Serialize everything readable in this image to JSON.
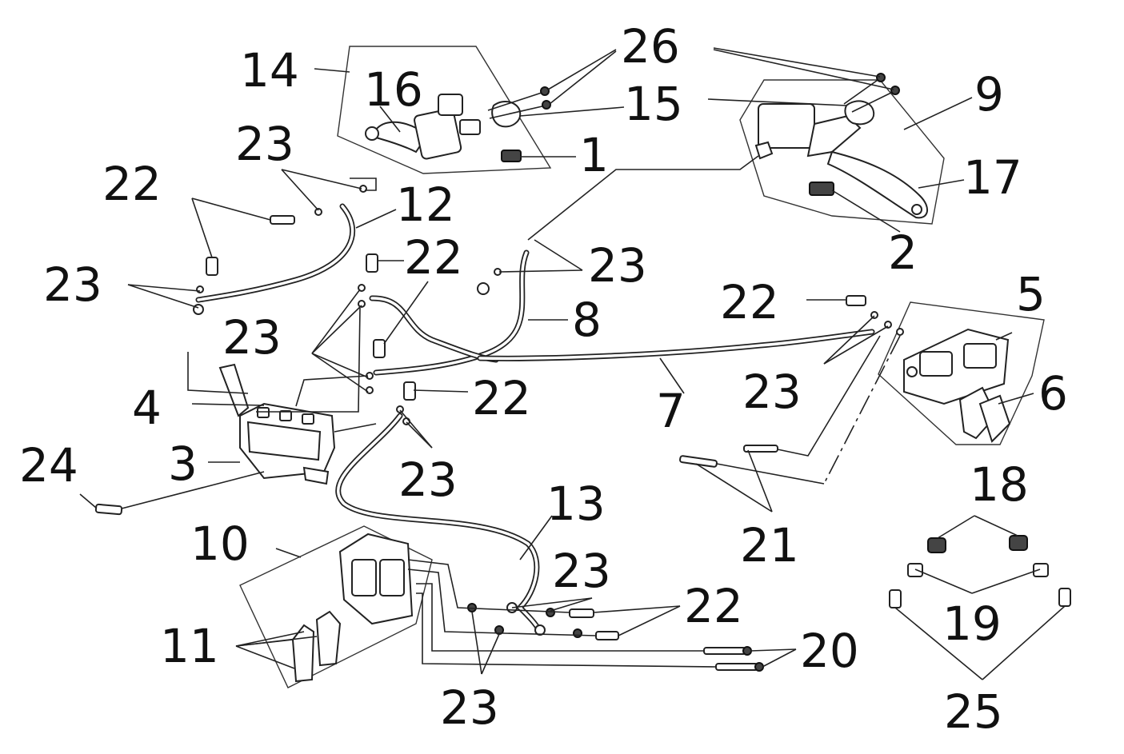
{
  "diagram": {
    "callouts": {
      "c1": "1",
      "c2": "2",
      "c3": "3",
      "c4": "4",
      "c5": "5",
      "c6": "6",
      "c7": "7",
      "c8": "8",
      "c9": "9",
      "c10": "10",
      "c11": "11",
      "c12": "12",
      "c13": "13",
      "c14": "14",
      "c15": "15",
      "c16": "16",
      "c17": "17",
      "c18": "18",
      "c19": "19",
      "c20": "20",
      "c21": "21",
      "c22a": "22",
      "c22b": "22",
      "c22c": "22",
      "c22d": "22",
      "c22e": "22",
      "c23a": "23",
      "c23b": "23",
      "c23c": "23",
      "c23d": "23",
      "c23e": "23",
      "c23f": "23",
      "c23g": "23",
      "c23h": "23",
      "c24": "24",
      "c25": "25",
      "c26": "26"
    }
  }
}
